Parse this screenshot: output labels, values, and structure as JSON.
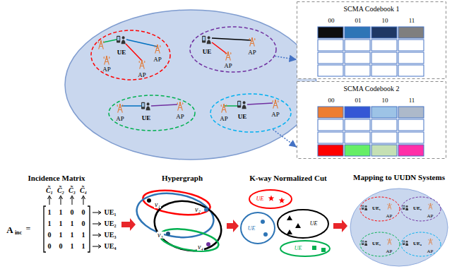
{
  "diagram": {
    "nodes": [
      {
        "text": [
          "SCMA Codebook 1",
          "00",
          "01",
          "10",
          "11"
        ]
      },
      {
        "text": [
          "SCMA Codebook 2",
          "00",
          "01",
          "10",
          "11"
        ]
      },
      {
        "text": [
          "UE",
          "AP",
          "AP",
          "AP"
        ]
      },
      {
        "text": [
          "UE",
          "AP",
          "AP"
        ]
      },
      {
        "text": [
          "UE",
          "AP",
          "AP"
        ]
      },
      {
        "text": [
          "UE",
          "AP",
          "AP"
        ]
      },
      {
        "text": [
          "UE"
        ]
      },
      {
        "text": [
          "UE"
        ]
      },
      {
        "text": [
          "UE"
        ]
      },
      {
        "text": [
          "UE"
        ]
      },
      {
        "text": [
          "Mapping to UUDN Systems"
        ]
      },
      {
        "text": [
          "UE₁",
          "AP"
        ],
        "in": 10
      },
      {
        "text": [
          "UE₂",
          "AP"
        ],
        "in": 10
      },
      {
        "text": [
          "UE₃",
          "AP"
        ],
        "in": 10
      },
      {
        "text": [
          "UE₄",
          "AP"
        ],
        "in": 10
      }
    ],
    "edges": [
      {
        "from": 3,
        "to": 0,
        "arrow": "to"
      },
      {
        "from": 5,
        "to": 1,
        "arrow": "to"
      }
    ],
    "labels": [
      "Incidence Matrix",
      "A",
      "inc",
      "=",
      "C̃₁",
      "C̃₂",
      "C̃₃",
      "C̃₄",
      "1",
      "1",
      "0",
      "0",
      "1",
      "1",
      "1",
      "0",
      "0",
      "1",
      "1",
      "1",
      "0",
      "0",
      "1",
      "1",
      "UE₁",
      "UE₂",
      "UE₃",
      "UE₄",
      "Hypergraph",
      "v₁",
      "v₂",
      "v₃",
      "v₄",
      "K-way Normalized Cut"
    ]
  }
}
